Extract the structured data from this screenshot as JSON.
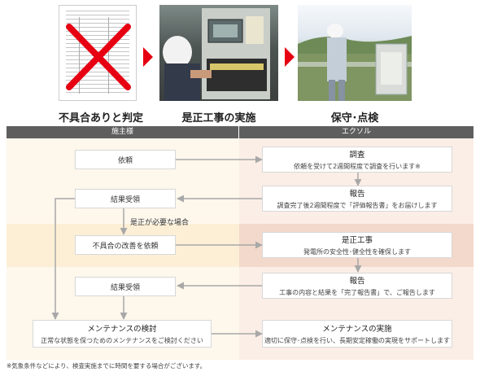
{
  "photos": [
    {
      "caption": "不具合ありと判定"
    },
    {
      "caption": "是正工事の実施"
    },
    {
      "caption": "保守･点検"
    }
  ],
  "headers": {
    "left": "施主様",
    "right": "エクソル"
  },
  "steps": {
    "request": {
      "label": "依頼"
    },
    "survey": {
      "title": "調査",
      "text": "依頼を受けて2週間程度で調査を行います※"
    },
    "report1": {
      "title": "報告",
      "text": "調査完了後2週間程度で「評価報告書」をお届けします"
    },
    "receive1": {
      "label": "結果受領"
    },
    "condition": "是正が必要な場合",
    "fix_request": {
      "label": "不具合の改善を依頼"
    },
    "fix_work": {
      "title": "是正工事",
      "text": "発電所の安全性･健全性を確保します"
    },
    "report2": {
      "title": "報告",
      "text": "工事の内容と結果を「完了報告書」で、ご報告します"
    },
    "receive2": {
      "label": "結果受領"
    },
    "maint_review": {
      "title": "メンテナンスの検討",
      "text": "正常な状態を保つためのメンテナンスをご検討ください"
    },
    "maint_exec": {
      "title": "メンテナンスの実施",
      "text": "適切に保守･点検を行い、長期安定稼働の実現をサポートします"
    }
  },
  "footnote": "※気象条件などにより、検査実施までに時間を要する場合がございます。",
  "colors": {
    "arrow_red": "#e60012",
    "header_gray": "#5e5e5e",
    "lane_left_light": "#fdf7ec",
    "lane_left_band": "#fcefd6",
    "lane_right_light": "#fbeee6",
    "lane_right_band": "#f3d9cb"
  }
}
